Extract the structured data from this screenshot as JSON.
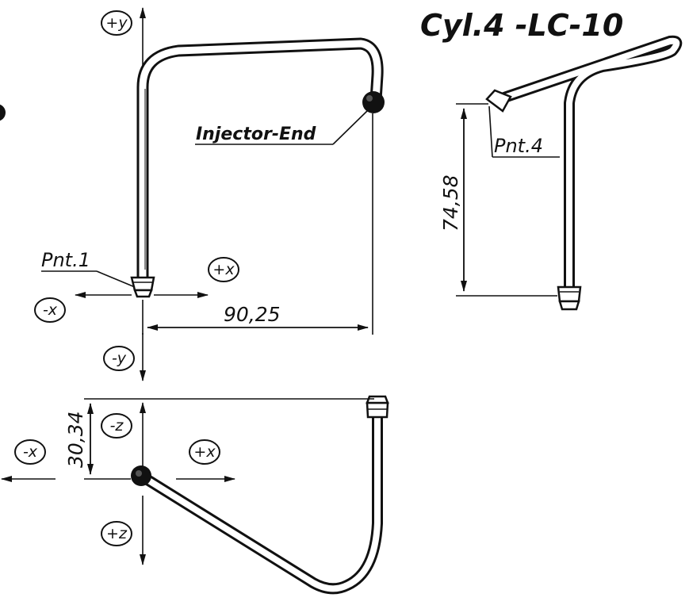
{
  "title": "Cyl.4 -LC-10",
  "labels": {
    "injector_end": "Injector-End",
    "pnt1": "Pnt.1",
    "pnt4": "Pnt.4"
  },
  "dimensions": {
    "width": "90,25",
    "height": "74,58",
    "depth": "30,34"
  },
  "axes": {
    "plus_y": "+y",
    "minus_y": "-y",
    "plus_x": "+x",
    "minus_x": "-x",
    "minus_z": "-z",
    "plus_z": "+z"
  },
  "colors": {
    "ink": "#111111",
    "background": "#ffffff"
  }
}
